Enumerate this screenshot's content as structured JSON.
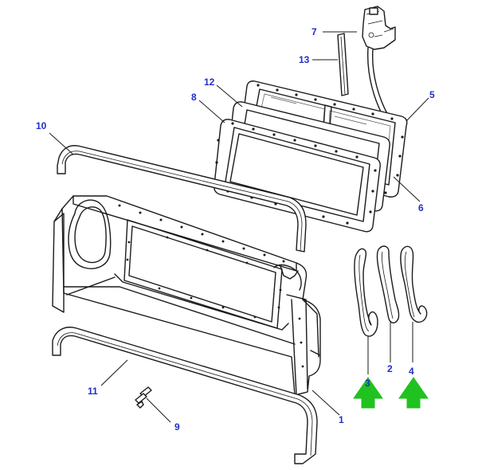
{
  "diagram": {
    "label_color": "#1f2fc8",
    "arrow_color": "#1fc21f",
    "callouts": [
      "1",
      "2",
      "3",
      "4",
      "5",
      "6",
      "7",
      "8",
      "9",
      "10",
      "11",
      "12",
      "13"
    ],
    "arrow_icon": "green-tree-arrow-icon"
  }
}
